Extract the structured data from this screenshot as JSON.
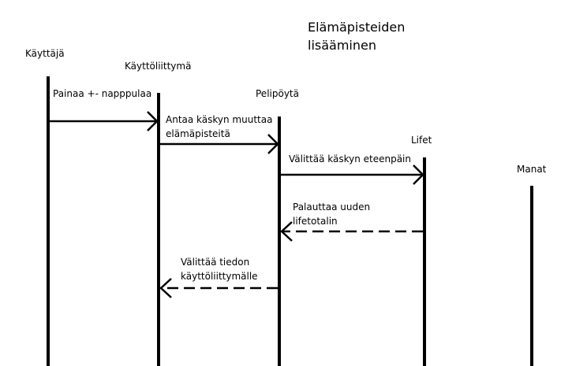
{
  "title": {
    "line1": "Elämäpisteiden",
    "line2": "lisääminen"
  },
  "participants": [
    {
      "id": "kayttaja",
      "label": "Käyttäjä"
    },
    {
      "id": "kayttoliittyma",
      "label": "Käyttöliittymä"
    },
    {
      "id": "pelipoyta",
      "label": "Pelipöytä"
    },
    {
      "id": "lifet",
      "label": "Lifet"
    },
    {
      "id": "manat",
      "label": "Manat"
    }
  ],
  "messages": [
    {
      "from": "kayttaja",
      "to": "kayttoliittyma",
      "style": "solid",
      "lines": [
        "Painaa +- napppulaa"
      ]
    },
    {
      "from": "kayttoliittyma",
      "to": "pelipoyta",
      "style": "solid",
      "lines": [
        "Antaa käskyn muuttaa",
        "elämäpisteitä"
      ]
    },
    {
      "from": "pelipoyta",
      "to": "lifet",
      "style": "solid",
      "lines": [
        "Välittää käskyn eteenpäin"
      ]
    },
    {
      "from": "lifet",
      "to": "pelipoyta",
      "style": "dashed",
      "lines": [
        "Palauttaa uuden",
        "lifetotalin"
      ]
    },
    {
      "from": "pelipoyta",
      "to": "kayttoliittyma",
      "style": "dashed",
      "lines": [
        "Välittää tiedon",
        "käyttöliittymälle"
      ]
    }
  ]
}
